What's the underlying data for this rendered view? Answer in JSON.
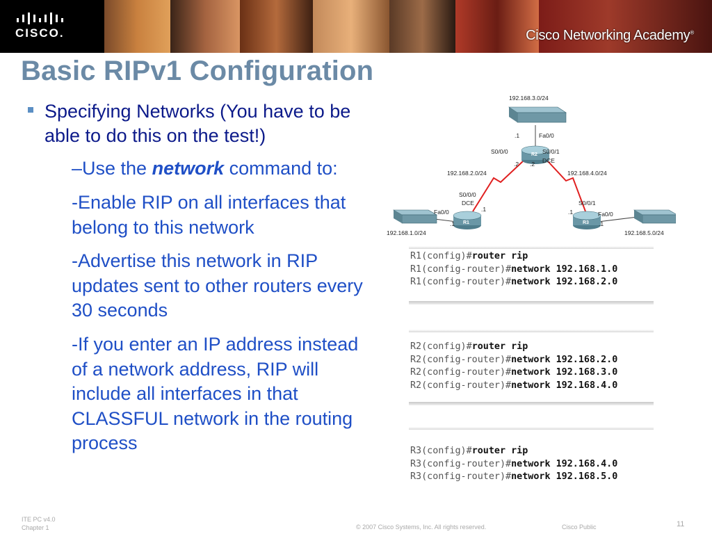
{
  "header": {
    "logo_text": "CISCO.",
    "academy": "Cisco Networking Academy",
    "academy_mark": "®"
  },
  "title": "Basic RIPv1 Configuration",
  "content": {
    "bullet1": "Specifying Networks (You  have to be able to do this on the test!)",
    "sub_prefix": "–Use the ",
    "sub_keyword": "network",
    "sub_suffix": " command to:",
    "items": [
      "-Enable RIP on all interfaces that belong to this network",
      "-Advertise this network in RIP updates sent to other routers every 30 seconds",
      "-If you enter an IP address instead of a network address, RIP will include all interfaces in that CLASSFUL network in the routing process"
    ]
  },
  "diagram": {
    "net_top": "192.168.3.0/24",
    "net_left_link": "192.168.2.0/24",
    "net_right_link": "192.168.4.0/24",
    "net_left": "192.168.1.0/24",
    "net_right": "192.168.5.0/24",
    "r2_name": "R2",
    "r1_name": "R1",
    "r3_name": "R3",
    "r2_fa_host": ".1",
    "r2_fa": "Fa0/0",
    "r2_s000": "S0/0/0",
    "r2_s001": "S0/0/1",
    "r2_dce": "DCE",
    "r2_left_host": ".2",
    "r2_right_host": ".2",
    "r1_s000": "S0/0/0",
    "r1_dce": "DCE",
    "r1_s_host": ".1",
    "r1_fa": "Fa0/0",
    "r1_fa_host": ".1",
    "r3_s001": "S0/0/1",
    "r3_s_host": ".1",
    "r3_fa": "Fa0/0",
    "r3_fa_host": ".1"
  },
  "configs": [
    [
      {
        "prompt": "R1(config)#",
        "cmd": "router rip"
      },
      {
        "prompt": "R1(config-router)#",
        "cmd": "network 192.168.1.0"
      },
      {
        "prompt": "R1(config-router)#",
        "cmd": "network 192.168.2.0"
      }
    ],
    [
      {
        "prompt": "R2(config)#",
        "cmd": "router rip"
      },
      {
        "prompt": "R2(config-router)#",
        "cmd": "network 192.168.2.0"
      },
      {
        "prompt": "R2(config-router)#",
        "cmd": "network 192.168.3.0"
      },
      {
        "prompt": "R2(config-router)#",
        "cmd": "network 192.168.4.0"
      }
    ],
    [
      {
        "prompt": "R3(config)#",
        "cmd": "router rip"
      },
      {
        "prompt": "R3(config-router)#",
        "cmd": "network 192.168.4.0"
      },
      {
        "prompt": "R3(config-router)#",
        "cmd": "network 192.168.5.0"
      }
    ]
  ],
  "footer": {
    "line1": "ITE PC v4.0",
    "line2": "Chapter 1",
    "copyright": "© 2007 Cisco Systems, Inc. All rights reserved.",
    "public": "Cisco Public",
    "page": "11"
  },
  "colors": {
    "title": "#6b8aa6",
    "bullet_text": "#0c1a8a",
    "sub_text": "#1f4fc6",
    "serial_link": "#e02020"
  }
}
